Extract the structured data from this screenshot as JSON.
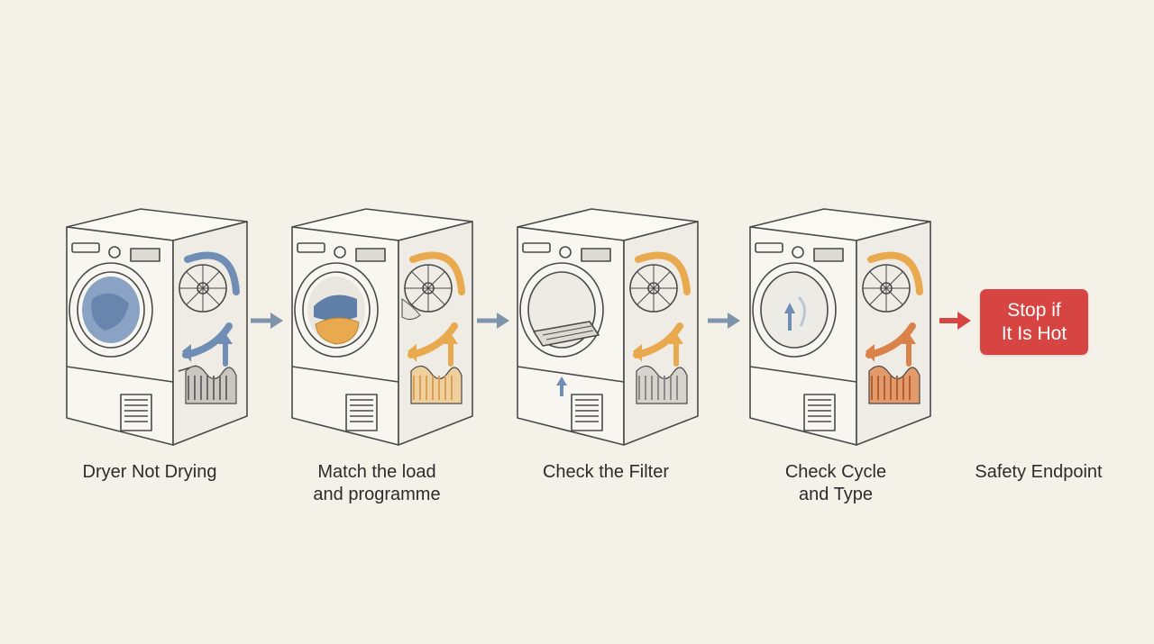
{
  "steps": [
    {
      "line1": "Dryer Not Drying",
      "line2": ""
    },
    {
      "line1": "Match the load",
      "line2": "and programme"
    },
    {
      "line1": "Check the Filter",
      "line2": ""
    },
    {
      "line1": "Check Cycle",
      "line2": "and Type"
    },
    {
      "line1": "Safety Endpoint",
      "line2": ""
    }
  ],
  "endpoint": {
    "line1": "Stop if",
    "line2": "It Is Hot"
  },
  "colors": {
    "background": "#f3f1e8",
    "airflow_cool": "#6f8db5",
    "airflow_warm": "#e9a94f",
    "heater_hot": "#d9824a",
    "stop_red": "#d64541",
    "arrow_gray": "#7f93ab",
    "arrow_red": "#d64541"
  }
}
